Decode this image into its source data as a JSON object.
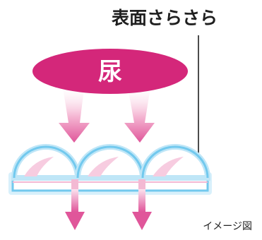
{
  "surface_label": "表面さらさら",
  "urine_label": "尿",
  "caption": "イメージ図",
  "colors": {
    "magenta": "#d4277a",
    "pink_light": "#f7cce0",
    "blue": "#72c9ee",
    "blue_light": "#d8f0fb",
    "text_dark": "#1f1f1f"
  },
  "icons": [
    "downward-arrow-icon",
    "fiber-dome-icon"
  ]
}
